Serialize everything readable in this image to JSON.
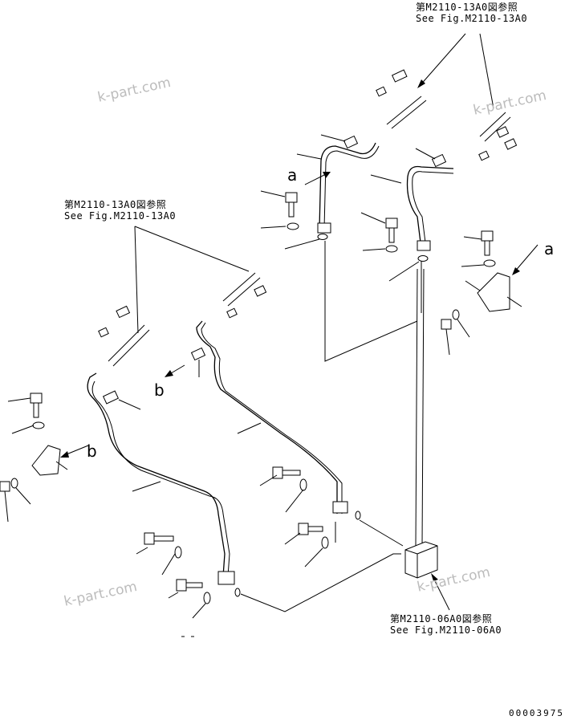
{
  "references": {
    "top_right": {
      "jp": "第M2110-13A0図参照",
      "en": "See Fig.M2110-13A0"
    },
    "left": {
      "jp": "第M2110-13A0図参照",
      "en": "See Fig.M2110-13A0"
    },
    "bottom": {
      "jp": "第M2110-06A0図参照",
      "en": "See Fig.M2110-06A0"
    }
  },
  "callouts": {
    "a_left": "a",
    "a_right": "a",
    "b_upper": "b",
    "b_lower": "b"
  },
  "watermarks": [
    "k-part.com",
    "k-part.com",
    "k-part.com",
    "k-part.com"
  ],
  "document_number": "00003975",
  "colors": {
    "line": "#000000",
    "watermark": "#bcbcbc",
    "background": "#ffffff"
  }
}
